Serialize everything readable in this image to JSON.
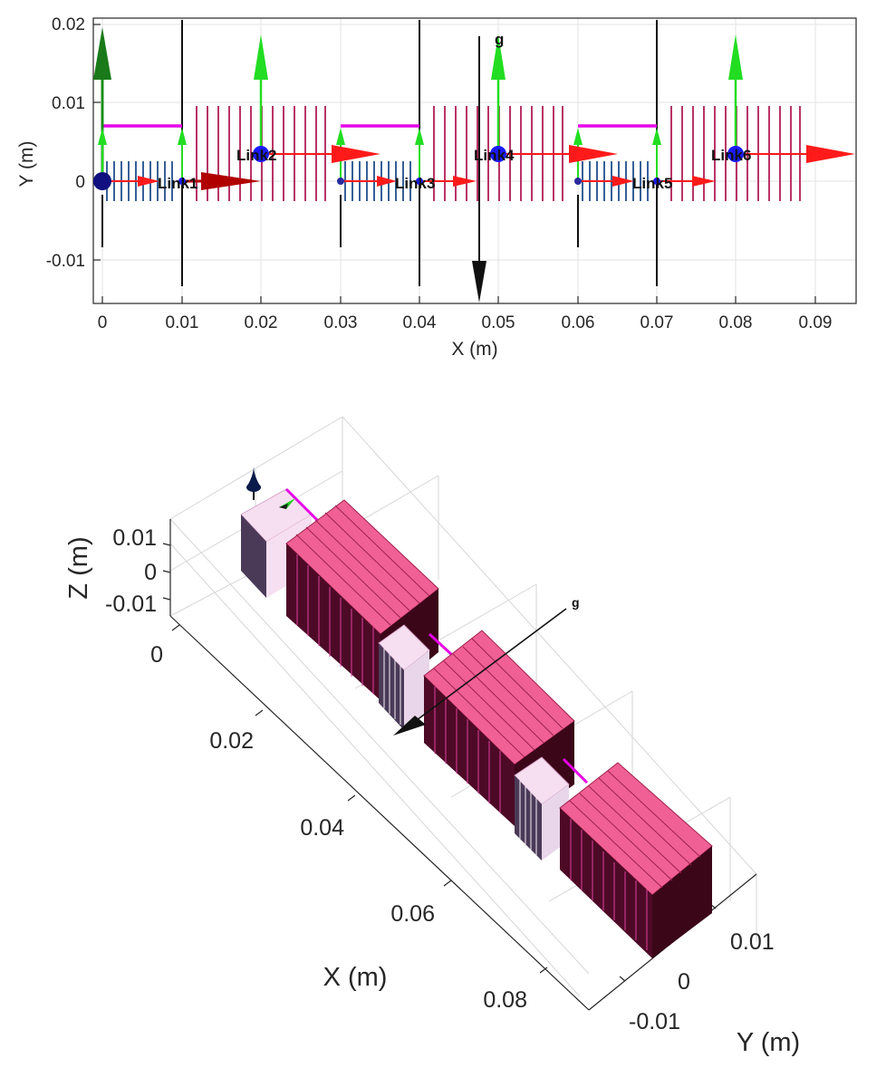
{
  "top_view": {
    "xlabel": "X (m)",
    "ylabel": "Y (m)",
    "x_ticks": [
      "0",
      "0.01",
      "0.02",
      "0.03",
      "0.04",
      "0.05",
      "0.06",
      "0.07",
      "0.08",
      "0.09"
    ],
    "y_ticks": [
      "0.02",
      "0.01",
      "0",
      "-0.01"
    ],
    "gravity_label": "g",
    "link_labels": [
      "Link1",
      "Link2",
      "Link3",
      "Link4",
      "Link5",
      "Link6"
    ]
  },
  "iso_view": {
    "xlabel": "X (m)",
    "ylabel": "Y (m)",
    "zlabel": "Z (m)",
    "x_ticks": [
      "0",
      "0.02",
      "0.04",
      "0.06",
      "0.08"
    ],
    "y_ticks": [
      "0.01",
      "0",
      "-0.01"
    ],
    "z_ticks": [
      "0.01",
      "0",
      "-0.01"
    ],
    "gravity_label": "g"
  },
  "colors": {
    "short_link": "#1f4e8c",
    "long_link": "#b01e55",
    "x_axis_arrow": "#ff1a1a",
    "y_axis_arrow": "#22dd22",
    "connector": "#e600e6",
    "joint_marker": "#1a1aff",
    "box_top": "#f06095",
    "box_side": "#4d0a26",
    "box_light": "#f6dff0"
  }
}
